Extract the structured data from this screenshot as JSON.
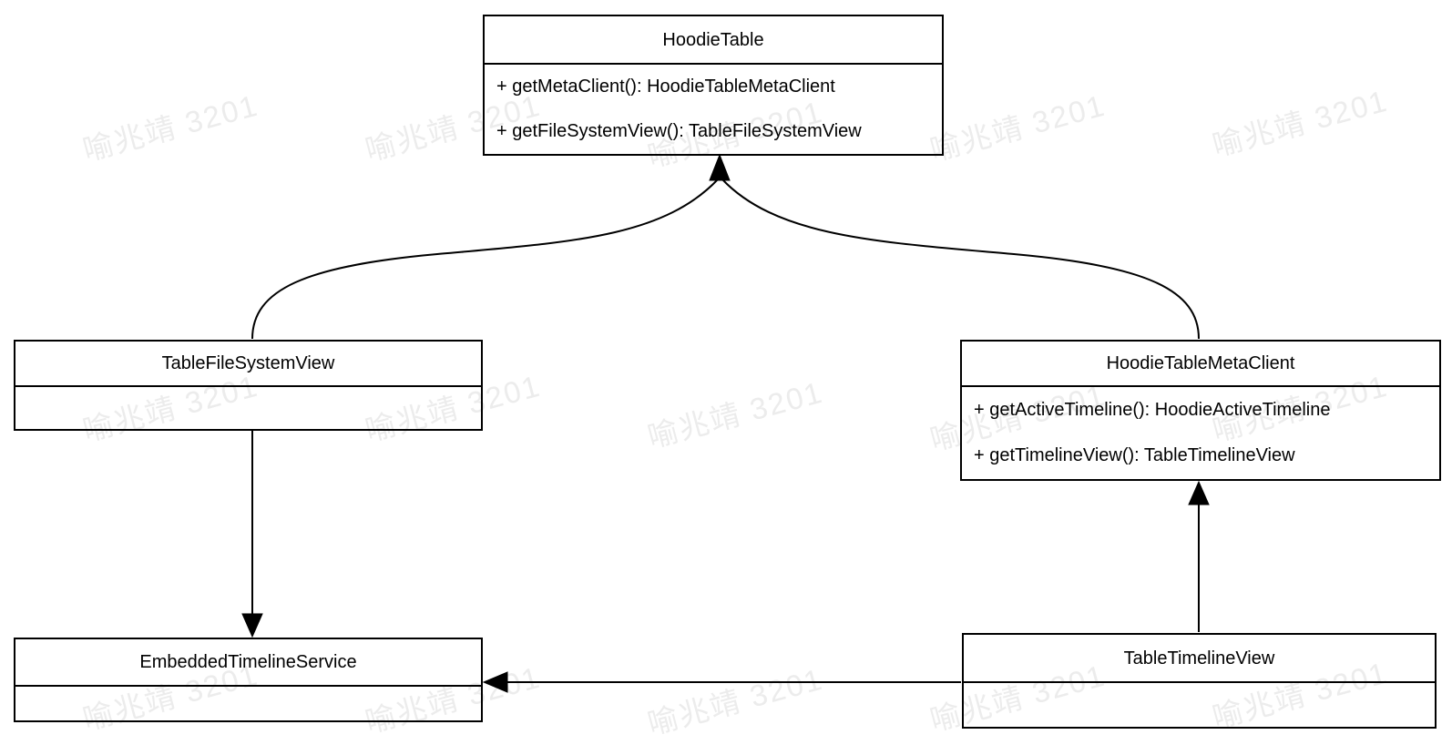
{
  "diagram": {
    "type": "uml-class-diagram",
    "background_color": "#ffffff",
    "stroke_color": "#000000",
    "classes": [
      {
        "name": "HoodieTable",
        "methods": [
          "+ getMetaClient(): HoodieTableMetaClient",
          "+ getFileSystemView(): TableFileSystemView"
        ]
      },
      {
        "name": "TableFileSystemView",
        "methods": []
      },
      {
        "name": "HoodieTableMetaClient",
        "methods": [
          "+ getActiveTimeline(): HoodieActiveTimeline",
          "+ getTimelineView(): TableTimelineView"
        ]
      },
      {
        "name": "EmbeddedTimelineService",
        "methods": []
      },
      {
        "name": "TableTimelineView",
        "methods": []
      }
    ],
    "relations": [
      {
        "from": "TableFileSystemView",
        "to": "HoodieTable",
        "style": "curved solid arrow, arrowhead at HoodieTable bottom center"
      },
      {
        "from": "HoodieTableMetaClient",
        "to": "HoodieTable",
        "style": "curved solid arrow, merges with TableFileSystemView arrow at same arrowhead"
      },
      {
        "from": "TableFileSystemView",
        "to": "EmbeddedTimelineService",
        "style": "straight vertical arrow pointing down"
      },
      {
        "from": "TableTimelineView",
        "to": "HoodieTableMetaClient",
        "style": "straight vertical arrow pointing up"
      },
      {
        "from": "TableTimelineView",
        "to": "EmbeddedTimelineService",
        "style": "straight horizontal arrow pointing left"
      }
    ]
  },
  "watermark": {
    "text": "喻兆靖 3201",
    "color": "#ececec"
  }
}
